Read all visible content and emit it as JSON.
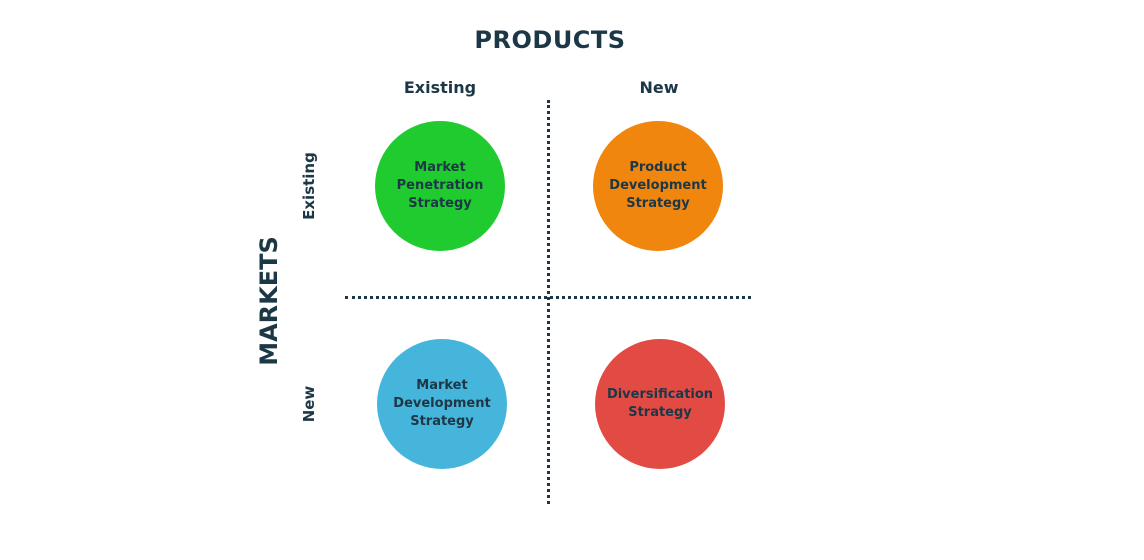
{
  "header": {
    "title": "PRODUCTS",
    "columns": [
      "Existing",
      "New"
    ]
  },
  "side": {
    "title": "MARKETS",
    "rows": [
      "Existing",
      "New"
    ]
  },
  "quadrants": [
    {
      "label": "Market\nPenetration\nStrategy",
      "color": "#1fcb2e"
    },
    {
      "label": "Product\nDevelopment\nStrategy",
      "color": "#f0860d"
    },
    {
      "label": "Market\nDevelopment\nStrategy",
      "color": "#46b5db"
    },
    {
      "label": "Diversification\nStrategy",
      "color": "#e24a44"
    }
  ],
  "colors": {
    "text": "#1c3746",
    "divider": "#1c3746"
  }
}
